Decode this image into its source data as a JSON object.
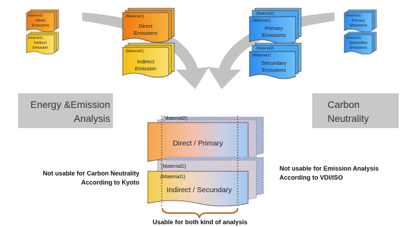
{
  "left_group": {
    "small_docs": {
      "direct": {
        "material": "(Material2)",
        "label_line1": "Direct",
        "label_line2": "Emissions"
      },
      "indirect": {
        "material": "(Material1)",
        "label_line1": "Indirect",
        "label_line2": "Emission"
      }
    },
    "large_docs": {
      "direct": {
        "material": "(Material1)",
        "label_line1": "Direct",
        "label_line2": "Emissions"
      },
      "indirect": {
        "material": "(Material2)",
        "label_line1": "Indirect",
        "label_line2": "Emission"
      }
    }
  },
  "right_group": {
    "large_docs": {
      "primary": {
        "material_back": "(Material2)",
        "material_front": "(Material1)",
        "label_line1": "Primary",
        "label_line2": "Emissions"
      },
      "secondary": {
        "material_back": "(Material2)",
        "material_front": "(Material1)",
        "label_line1": "Secundary",
        "label_line2": "Emissions"
      }
    },
    "small_docs": {
      "primary": {
        "material": "(Material2)",
        "label_line1": "Primary",
        "label_line2": "Emissions"
      },
      "secondary": {
        "material": "(Material1)",
        "label_line1": "Secundary",
        "label_line2": "Emissions"
      }
    }
  },
  "boxes": {
    "left_line1": "Energy &Emission",
    "left_line2": "Analysis",
    "right_line1": "Carbon",
    "right_line2": "Neutrality"
  },
  "center": {
    "top_material": "(Material2)",
    "top_label": "Direct / Primary",
    "bottom_material_back": "(Material2)",
    "bottom_material_front": "(Material1)",
    "bottom_label": "Indirect / Secundary"
  },
  "notes": {
    "left_line1": "Not usable for Carbon Neutrality",
    "left_line2": "According to Kyoto",
    "right_line1": "Not usable for Emission Analysis",
    "right_line2": "According to VDI/ISO",
    "bottom": "Usable for both kind of analysis"
  },
  "colors": {
    "orange": "#f29a1c",
    "yellow": "#f7d21c",
    "blue": "#3a9ef0",
    "gray": "#c8c8c8",
    "arrow": "#c0c0c0",
    "brace": "#b3661a"
  }
}
